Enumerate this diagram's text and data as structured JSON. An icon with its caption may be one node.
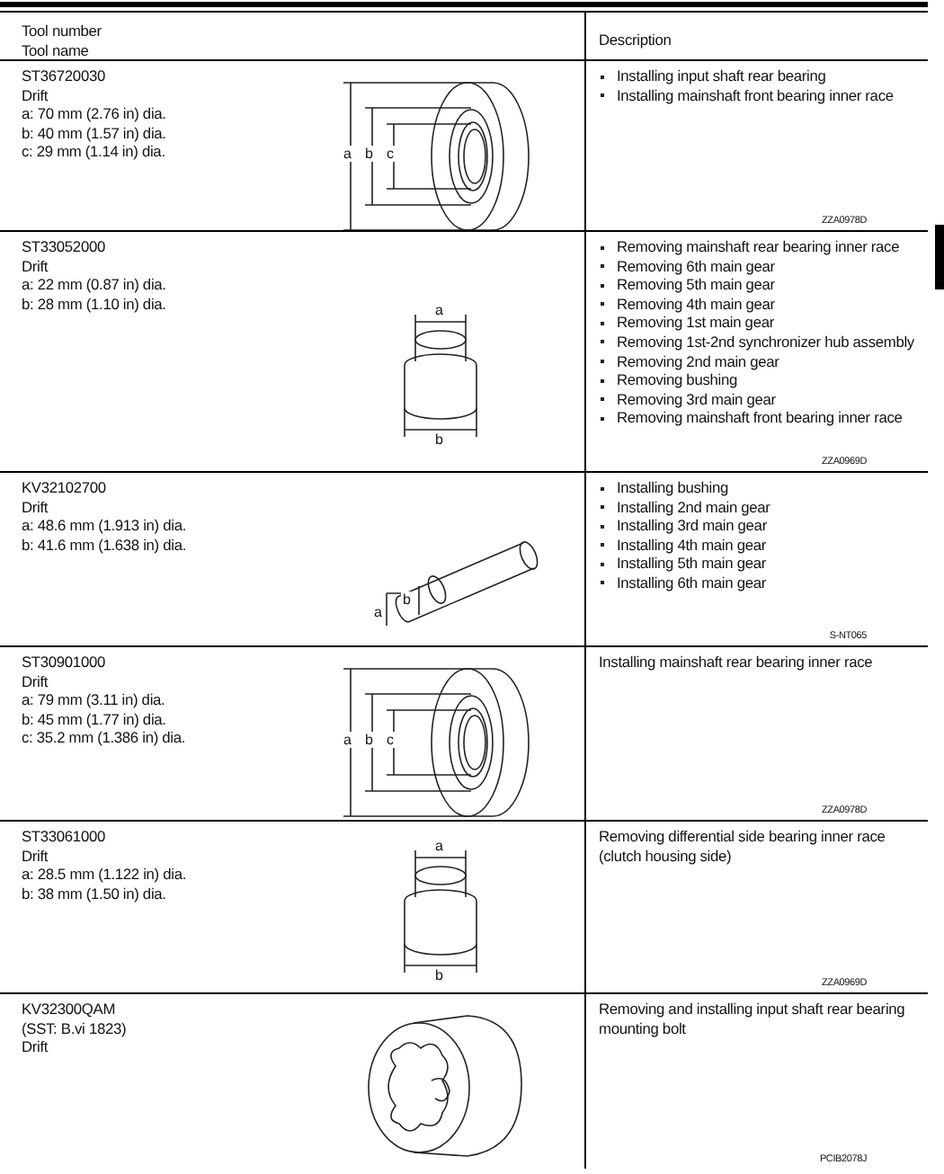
{
  "diagram": {
    "labels": [
      "Tool number",
      "Tool name",
      "Description",
      "ST36720030",
      "Drift",
      "a: 70 mm (2.76 in) dia.",
      "b: 40 mm (1.57 in) dia.",
      "c: 29 mm (1.14 in) dia.",
      "a",
      "b",
      "c",
      "ZZA0978D",
      "Installing input shaft rear bearing",
      "Installing mainshaft front bearing inner race",
      "ST33052000",
      "Drift",
      "a: 22 mm (0.87 in) dia.",
      "b: 28 mm (1.10 in) dia.",
      "a",
      "b",
      "ZZA0969D",
      "Removing mainshaft rear bearing inner race",
      "Removing 6th main gear",
      "Removing 5th main gear",
      "Removing 4th main gear",
      "Removing 1st main gear",
      "Removing 1st-2nd synchronizer hub assembly",
      "Removing 2nd main gear",
      "Removing bushing",
      "Removing 3rd main gear",
      "Removing mainshaft front bearing inner race",
      "KV32102700",
      "Drift",
      "a: 48.6 mm (1.913 in) dia.",
      "b: 41.6 mm (1.638 in) dia.",
      "a",
      "b",
      "S-NT065",
      "Installing bushing",
      "Installing 2nd main gear",
      "Installing 3rd main gear",
      "Installing 4th main gear",
      "Installing 5th main gear",
      "Installing 6th main gear",
      "ST30901000",
      "Drift",
      "a: 79 mm (3.11 in) dia.",
      "b: 45 mm (1.77 in) dia.",
      "c: 35.2 mm (1.386 in) dia.",
      "a",
      "b",
      "c",
      "ZZA0978D",
      "Installing mainshaft rear bearing inner race",
      "ST33061000",
      "Drift",
      "a: 28.5 mm (1.122 in) dia.",
      "b: 38 mm (1.50 in) dia.",
      "a",
      "b",
      "ZZA0969D",
      "Removing differential side bearing inner race (clutch housing side)",
      "KV32300QAM",
      "(SST: B.vi 1823)",
      "Drift",
      "PCIB2078J",
      "Removing and installing input shaft rear bearing mounting bolt"
    ]
  }
}
